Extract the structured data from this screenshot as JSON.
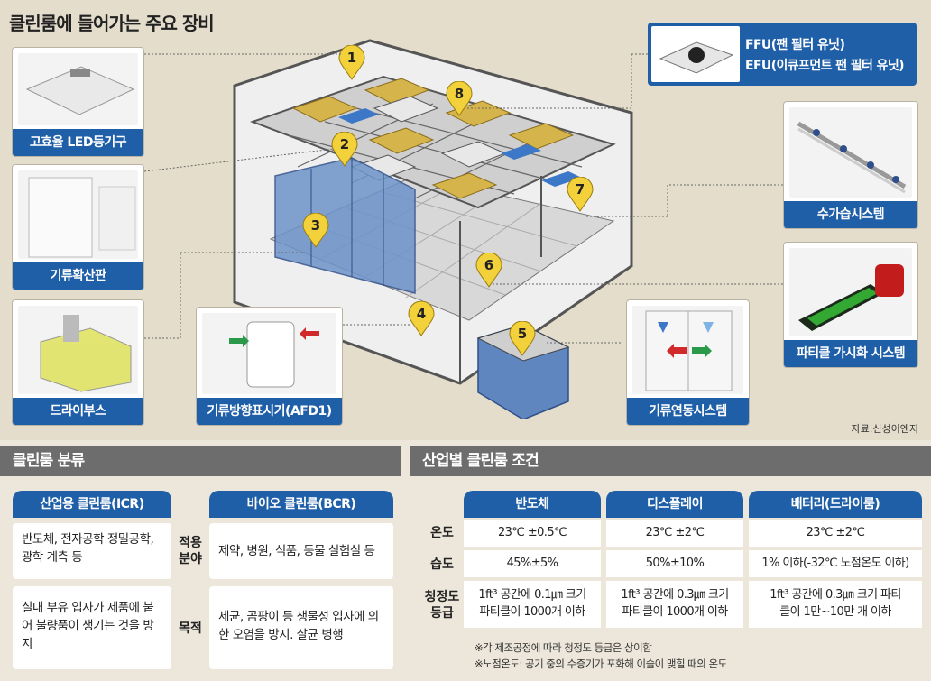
{
  "title": "클린룸에 들어가는 주요 장비",
  "equipment_cards": {
    "led": "고효율 LED등기구",
    "diffuser": "기류확산판",
    "drybooth": "드라이부스",
    "afd": "기류방향표시기(AFD1)",
    "airflow": "기류연동시스템",
    "particle": "파티클 가시화 시스템",
    "humid": "수가습시스템"
  },
  "ffu": {
    "line1": "FFU(팬 필터 유닛)",
    "line2": "EFU(이큐프먼트 팬 필터 유닛)"
  },
  "markers": [
    "1",
    "2",
    "3",
    "4",
    "5",
    "6",
    "7",
    "8"
  ],
  "source": "자료:신성이엔지",
  "classification": {
    "header": "클린룸 분류",
    "icr_title": "산업용 클린룸(ICR)",
    "bcr_title": "바이오 클린룸(BCR)",
    "field_label": "적용 분야",
    "purpose_label": "목적",
    "icr_field": "반도체, 전자공학 정밀공학, 광학 계측 등",
    "icr_purpose": "실내 부유 입자가 제품에 붙어 불량품이 생기는 것을 방지",
    "bcr_field": "제약, 병원, 식품, 동물 실험실 등",
    "bcr_purpose": "세균, 곰팡이 등 생물성 입자에 의한 오염을 방지. 살균 병행"
  },
  "conditions": {
    "header": "산업별 클린룸 조건",
    "columns": [
      "반도체",
      "디스플레이",
      "배터리(드라이룸)"
    ],
    "rows": [
      {
        "label": "온도",
        "values": [
          "23℃ ±0.5℃",
          "23℃ ±2℃",
          "23℃ ±2℃"
        ]
      },
      {
        "label": "습도",
        "values": [
          "45%±5%",
          "50%±10%",
          "1% 이하(-32℃ 노점온도 이하)"
        ]
      },
      {
        "label": "청정도 등급",
        "values": [
          "1ft³ 공간에 0.1㎛ 크기 파티클이 1000개 이하",
          "1ft³ 공간에 0.3㎛ 크기 파티클이 1000개 이하",
          "1ft³ 공간에 0.3㎛ 크기 파티클이 1만~10만 개 이하"
        ]
      }
    ],
    "notes": [
      "※각 제조공정에 따라 청정도 등급은 상이함",
      "※노점온도: 공기 중의 수증기가 포화해 이슬이 맺힐 때의 온도"
    ]
  },
  "colors": {
    "accent": "#1f5fa8",
    "marker": "#f3d13a",
    "header_gray": "#6d6d6d"
  }
}
